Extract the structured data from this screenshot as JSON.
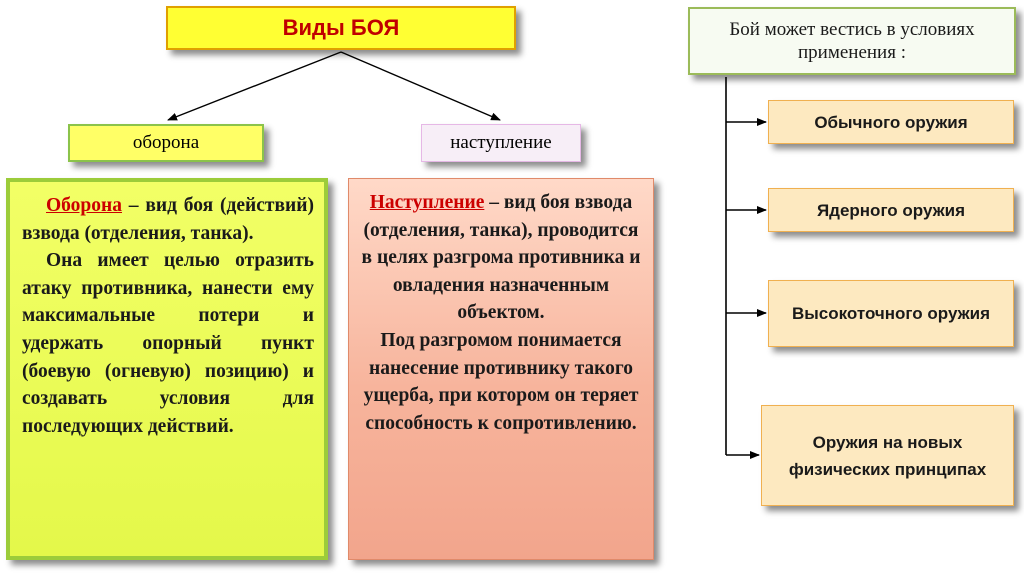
{
  "title": "Виды БОЯ",
  "types": {
    "defense": "оборона",
    "attack": "наступление"
  },
  "defense_text": {
    "term": "Оборона",
    "definition": " – вид боя (действий) взвода (отделения, танка).",
    "purpose": "Она имеет целью отразить атаку противника, нанести ему максимальные потери и удержать опорный пункт (боевую (огневую) позицию) и создавать условия для последующих действий."
  },
  "attack_text": {
    "term": "Наступление",
    "definition": " – вид боя взвода (отделения, танка), проводится в целях разгрома противника и овладения назначенным объектом.",
    "explanation": "Под разгромом понимается нанесение противнику такого ущерба, при котором он теряет способность к сопротивлению."
  },
  "conditions": {
    "title": "Бой может вестись в условиях применения :",
    "items": [
      "Обычного оружия",
      "Ядерного оружия",
      "Высокоточного оружия",
      "Оружия на новых физических принципах"
    ]
  }
}
